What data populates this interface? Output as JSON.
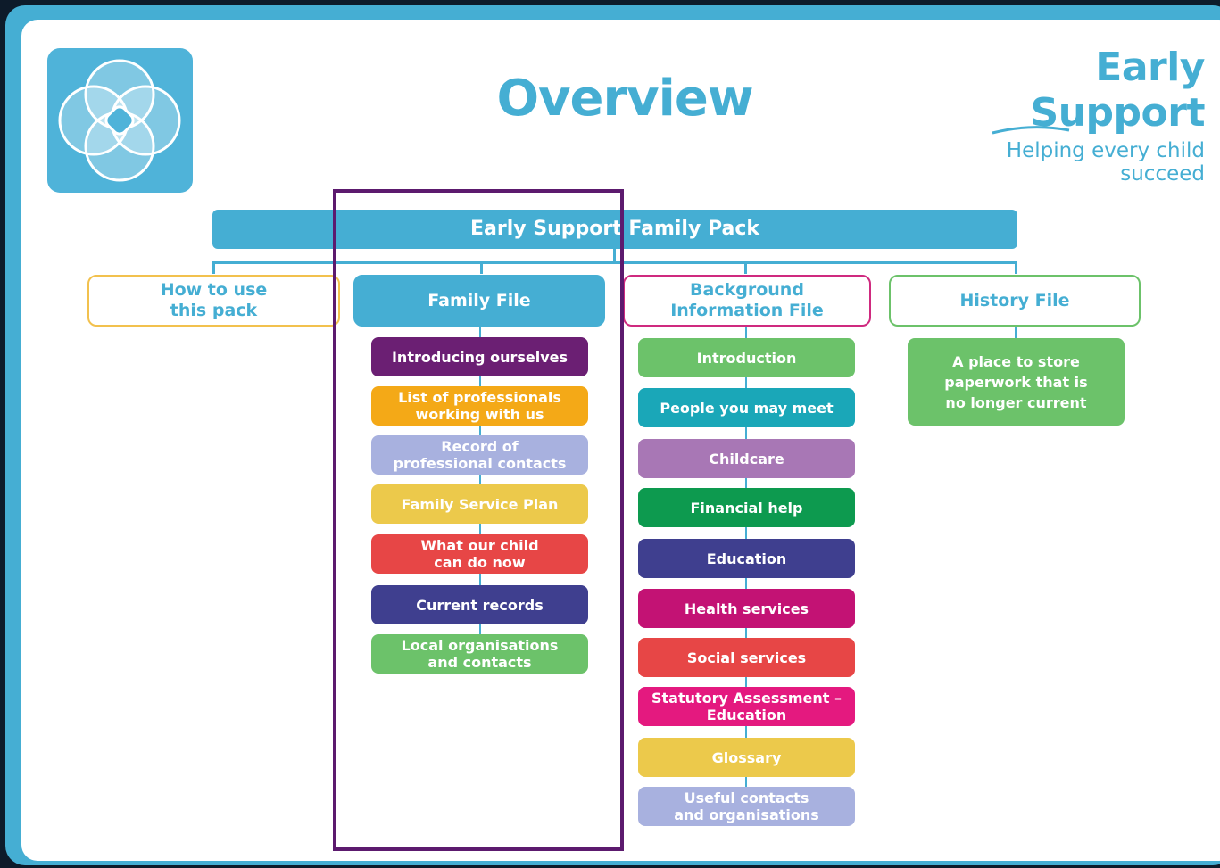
{
  "title": "Overview",
  "brand": {
    "name": "Early Support",
    "tagline": "Helping every child succeed"
  },
  "pack": {
    "label": "Early Support Family Pack"
  },
  "columns": [
    {
      "label": "How to use\nthis pack",
      "border_color": "#f2c14e",
      "text_color": "#45aed3",
      "fill": "#ffffff",
      "items": []
    },
    {
      "label": "Family File",
      "border_color": "#45aed3",
      "text_color": "#ffffff",
      "fill": "#45aed3",
      "items": [
        {
          "label": "Introducing ourselves",
          "color": "#6b1f73"
        },
        {
          "label": "List of professionals\nworking with us",
          "color": "#f4a917"
        },
        {
          "label": "Record of\nprofessional contacts",
          "color": "#a8b1df"
        },
        {
          "label": "Family Service Plan",
          "color": "#ecc94b"
        },
        {
          "label": "What our child\ncan do now",
          "color": "#e74646"
        },
        {
          "label": "Current records",
          "color": "#3f3f8f"
        },
        {
          "label": "Local organisations\nand contacts",
          "color": "#6cc26a"
        }
      ]
    },
    {
      "label": "Background\nInformation File",
      "border_color": "#cf2a7f",
      "text_color": "#45aed3",
      "fill": "#ffffff",
      "items": [
        {
          "label": "Introduction",
          "color": "#6cc26a"
        },
        {
          "label": "People you may meet",
          "color": "#1aa7b8"
        },
        {
          "label": "Childcare",
          "color": "#a877b5"
        },
        {
          "label": "Financial help",
          "color": "#0d9a4f"
        },
        {
          "label": "Education",
          "color": "#3f3f8f"
        },
        {
          "label": "Health services",
          "color": "#c31274"
        },
        {
          "label": "Social services",
          "color": "#e74646"
        },
        {
          "label": "Statutory Assessment –\nEducation",
          "color": "#e4197f"
        },
        {
          "label": "Glossary",
          "color": "#ecc94b"
        },
        {
          "label": "Useful contacts\nand organisations",
          "color": "#a8b1df"
        }
      ]
    },
    {
      "label": "History File",
      "border_color": "#6cc26a",
      "text_color": "#45aed3",
      "fill": "#ffffff",
      "items": [
        {
          "label": "A place to store\npaperwork that is\nno longer current",
          "color": "#6cc26a"
        }
      ]
    }
  ],
  "highlight_color": "#5c1a6e"
}
